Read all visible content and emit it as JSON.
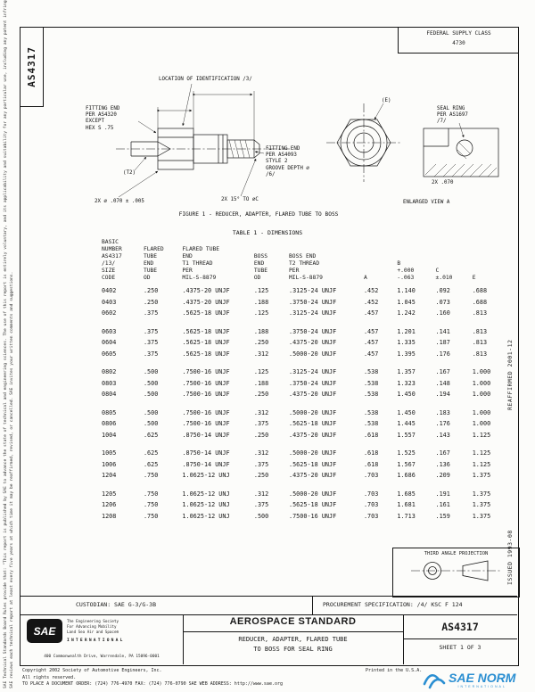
{
  "colors": {
    "norm_logo_blue": "#2b8fd2",
    "ink": "#161616"
  },
  "page": {
    "doc_number_side": "AS4317",
    "fsc": {
      "label": "FEDERAL SUPPLY CLASS",
      "code": "4730"
    },
    "reaffirmed": "REAFFIRMED 2001-12",
    "issued": "ISSUED 1993-08",
    "margin_notes": {
      "note1": "SAE Technical Standards Board Rules provide that: \"This report is published by SAE to advance the state of technical and engineering sciences. The use of this report is entirely voluntary, and its applicability and suitability for any particular use, including any patent infringement arising therefrom, is the sole responsibility of the user.\"",
      "note2": "SAE reviews each technical report at least every five years at which time it may be reaffirmed, revised, or cancelled. SAE invites your written comments and suggestions."
    }
  },
  "figure": {
    "caption": "FIGURE 1 - REDUCER, ADAPTER, FLARED TUBE TO BOSS",
    "labels": {
      "location_id": "LOCATION OF IDENTIFICATION /3/",
      "fitting_end_left": "FITTING END\nPER AS4320\nEXCEPT\nHEX S .75",
      "t2": "(T2)",
      "dim_small": "2X ⌀ .070 ± .005",
      "chamfer": "2X 15° TO ⌀C",
      "fitting_end_right": "FITTING END\nPER AS4093\nSTYLE 2\nGROOVE DEPTH ⌀\n/6/",
      "e_ref": "(E)",
      "seal_ring": "SEAL RING\nPER AS1697\n/7/",
      "enlarged_dim": "2X .070",
      "enlarged_caption": "ENLARGED VIEW A"
    }
  },
  "table": {
    "title": "TABLE 1 - DIMENSIONS",
    "col_headers": [
      "BASIC\nNUMBER\nAS4317\n/13/\nSIZE\nCODE",
      "FLARED\nTUBE\nEND\nTUBE\nOD",
      "FLARED TUBE\nEND\nT1 THREAD\nPER\nMIL-S-8879",
      "BOSS\nEND\nTUBE\nOD",
      "BOSS END\nT2 THREAD\nPER\nMIL-S-8879",
      "A",
      "B\n+.000\n-.063",
      "C\n±.010",
      "E"
    ],
    "groups": [
      [
        [
          "0402",
          ".250",
          ".4375-20 UNJF",
          ".125",
          ".3125-24 UNJF",
          ".452",
          "1.140",
          ".092",
          ".688"
        ],
        [
          "0403",
          ".250",
          ".4375-20 UNJF",
          ".188",
          ".3750-24 UNJF",
          ".452",
          "1.045",
          ".073",
          ".688"
        ],
        [
          "0602",
          ".375",
          ".5625-18 UNJF",
          ".125",
          ".3125-24 UNJF",
          ".457",
          "1.242",
          ".160",
          ".813"
        ]
      ],
      [
        [
          "0603",
          ".375",
          ".5625-18 UNJF",
          ".188",
          ".3750-24 UNJF",
          ".457",
          "1.201",
          ".141",
          ".813"
        ],
        [
          "0604",
          ".375",
          ".5625-18 UNJF",
          ".250",
          ".4375-20 UNJF",
          ".457",
          "1.335",
          ".187",
          ".813"
        ],
        [
          "0605",
          ".375",
          ".5625-18 UNJF",
          ".312",
          ".5000-20 UNJF",
          ".457",
          "1.395",
          ".176",
          ".813"
        ]
      ],
      [
        [
          "0802",
          ".500",
          ".7500-16 UNJF",
          ".125",
          ".3125-24 UNJF",
          ".538",
          "1.357",
          ".167",
          "1.000"
        ],
        [
          "0803",
          ".500",
          ".7500-16 UNJF",
          ".188",
          ".3750-24 UNJF",
          ".538",
          "1.323",
          ".148",
          "1.000"
        ],
        [
          "0804",
          ".500",
          ".7500-16 UNJF",
          ".250",
          ".4375-20 UNJF",
          ".538",
          "1.450",
          ".194",
          "1.000"
        ]
      ],
      [
        [
          "0805",
          ".500",
          ".7500-16 UNJF",
          ".312",
          ".5000-20 UNJF",
          ".538",
          "1.450",
          ".183",
          "1.000"
        ],
        [
          "0806",
          ".500",
          ".7500-16 UNJF",
          ".375",
          ".5625-18 UNJF",
          ".538",
          "1.445",
          ".176",
          "1.000"
        ],
        [
          "1004",
          ".625",
          ".8750-14 UNJF",
          ".250",
          ".4375-20 UNJF",
          ".618",
          "1.557",
          ".143",
          "1.125"
        ]
      ],
      [
        [
          "1005",
          ".625",
          ".8750-14 UNJF",
          ".312",
          ".5000-20 UNJF",
          ".618",
          "1.525",
          ".167",
          "1.125"
        ],
        [
          "1006",
          ".625",
          ".8750-14 UNJF",
          ".375",
          ".5625-18 UNJF",
          ".618",
          "1.567",
          ".136",
          "1.125"
        ],
        [
          "1204",
          ".750",
          "1.0625-12 UNJ",
          ".250",
          ".4375-20 UNJF",
          ".703",
          "1.686",
          ".209",
          "1.375"
        ]
      ],
      [
        [
          "1205",
          ".750",
          "1.0625-12 UNJ",
          ".312",
          ".5000-20 UNJF",
          ".703",
          "1.685",
          ".191",
          "1.375"
        ],
        [
          "1206",
          ".750",
          "1.0625-12 UNJ",
          ".375",
          ".5625-18 UNJF",
          ".703",
          "1.681",
          ".161",
          "1.375"
        ],
        [
          "1208",
          ".750",
          "1.0625-12 UNJ",
          ".500",
          ".7500-16 UNJF",
          ".703",
          "1.713",
          ".159",
          "1.375"
        ]
      ]
    ]
  },
  "footer": {
    "third_angle": "THIRD ANGLE PROJECTION",
    "custodian": "CUSTODIAN: SAE G-3/G-3B",
    "procurement": "PROCUREMENT SPECIFICATION: /4/ KSC F 124",
    "sae": "SAE",
    "sae_tagline": "The Engineering Society\nFor Advancing Mobility\nLand Sea Air and Space®",
    "sae_international": "INTERNATIONAL",
    "sae_address": "400 Commonwealth Drive, Warrendale, PA 15096-0001",
    "doc_type": "AEROSPACE STANDARD",
    "doc_title": "REDUCER, ADAPTER, FLARED TUBE\nTO BOSS FOR SEAL RING",
    "doc_number": "AS4317",
    "sheet": "SHEET 1 OF 3",
    "copyright": "Copyright 2002 Society of Automotive Engineers, Inc.\nAll rights reserved.",
    "printed": "Printed in the U.S.A.",
    "order_line": "TO PLACE A DOCUMENT ORDER: (724) 776-4970      FAX: (724) 776-0790      SAE WEB ADDRESS: http://www.sae.org",
    "norm_name": "SAE NORM",
    "norm_sub": "INTERNATIONAL"
  }
}
